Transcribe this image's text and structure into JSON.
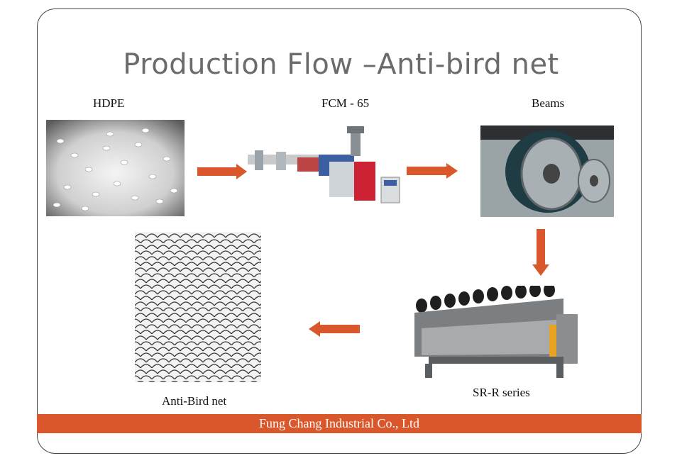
{
  "title": "Production Flow –Anti-bird net",
  "steps": {
    "hdpe": "HDPE",
    "fcm": "FCM - 65",
    "beams": "Beams",
    "sr": "SR-R series",
    "net": "Anti-Bird net"
  },
  "footer": "Fung Chang Industrial Co., Ltd",
  "colors": {
    "accent": "#d9572a",
    "title": "#6b6b6b"
  }
}
